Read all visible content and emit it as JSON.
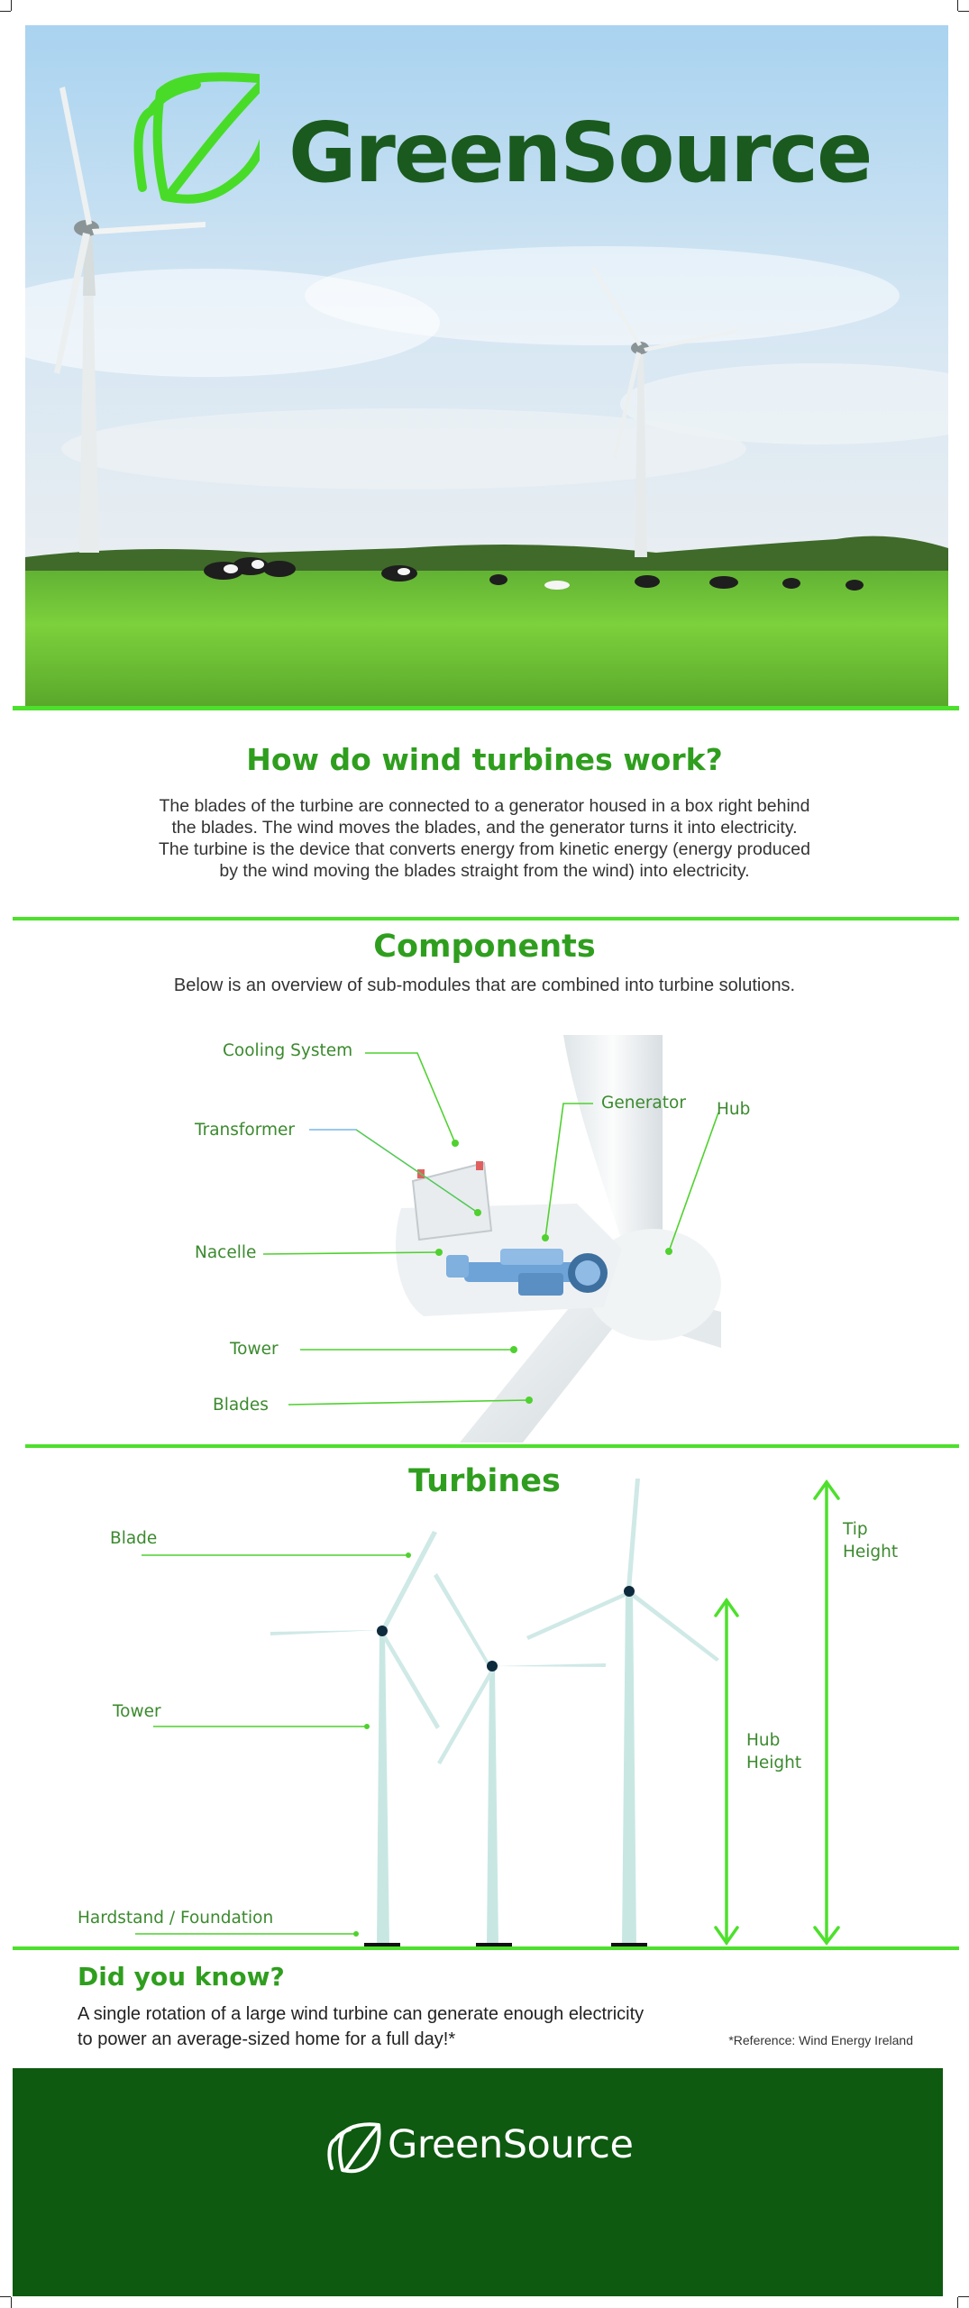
{
  "brand": {
    "name": "GreenSource"
  },
  "intro": {
    "title": "How do wind turbines work?",
    "body_lines": [
      "The blades of the turbine are connected to a generator housed in a box right behind",
      "the blades. The wind moves the blades, and the generator turns it into electricity.",
      "The turbine is the device that converts energy from kinetic energy (energy produced",
      "by the wind moving the blades straight from the wind) into electricity."
    ]
  },
  "components": {
    "title": "Components",
    "subtitle": "Below is an overview of sub-modules that are combined into turbine solutions.",
    "labels": {
      "cooling": "Cooling System",
      "transformer": "Transformer",
      "generator": "Generator",
      "hub": "Hub",
      "nacelle": "Nacelle",
      "tower": "Tower",
      "blades": "Blades"
    }
  },
  "turbines": {
    "title": "Turbines",
    "labels": {
      "blade": "Blade",
      "tower": "Tower",
      "foundation": "Hardstand / Foundation",
      "hub_height_1": "Hub",
      "hub_height_2": "Height",
      "tip_height_1": "Tip",
      "tip_height_2": "Height"
    }
  },
  "did_you_know": {
    "title": "Did you know?",
    "line1": "A single rotation of a large wind turbine can generate enough electricity",
    "line2": "to power an average-sized home for a full day!*",
    "reference": "*Reference: Wind Energy Ireland"
  },
  "colors": {
    "accent_green": "#4de02c",
    "title_green": "#2f9e1e",
    "dark_green": "#0d5a10",
    "brand_dark": "#1a5a1e"
  },
  "icons": [
    "leaf-logo-icon"
  ]
}
